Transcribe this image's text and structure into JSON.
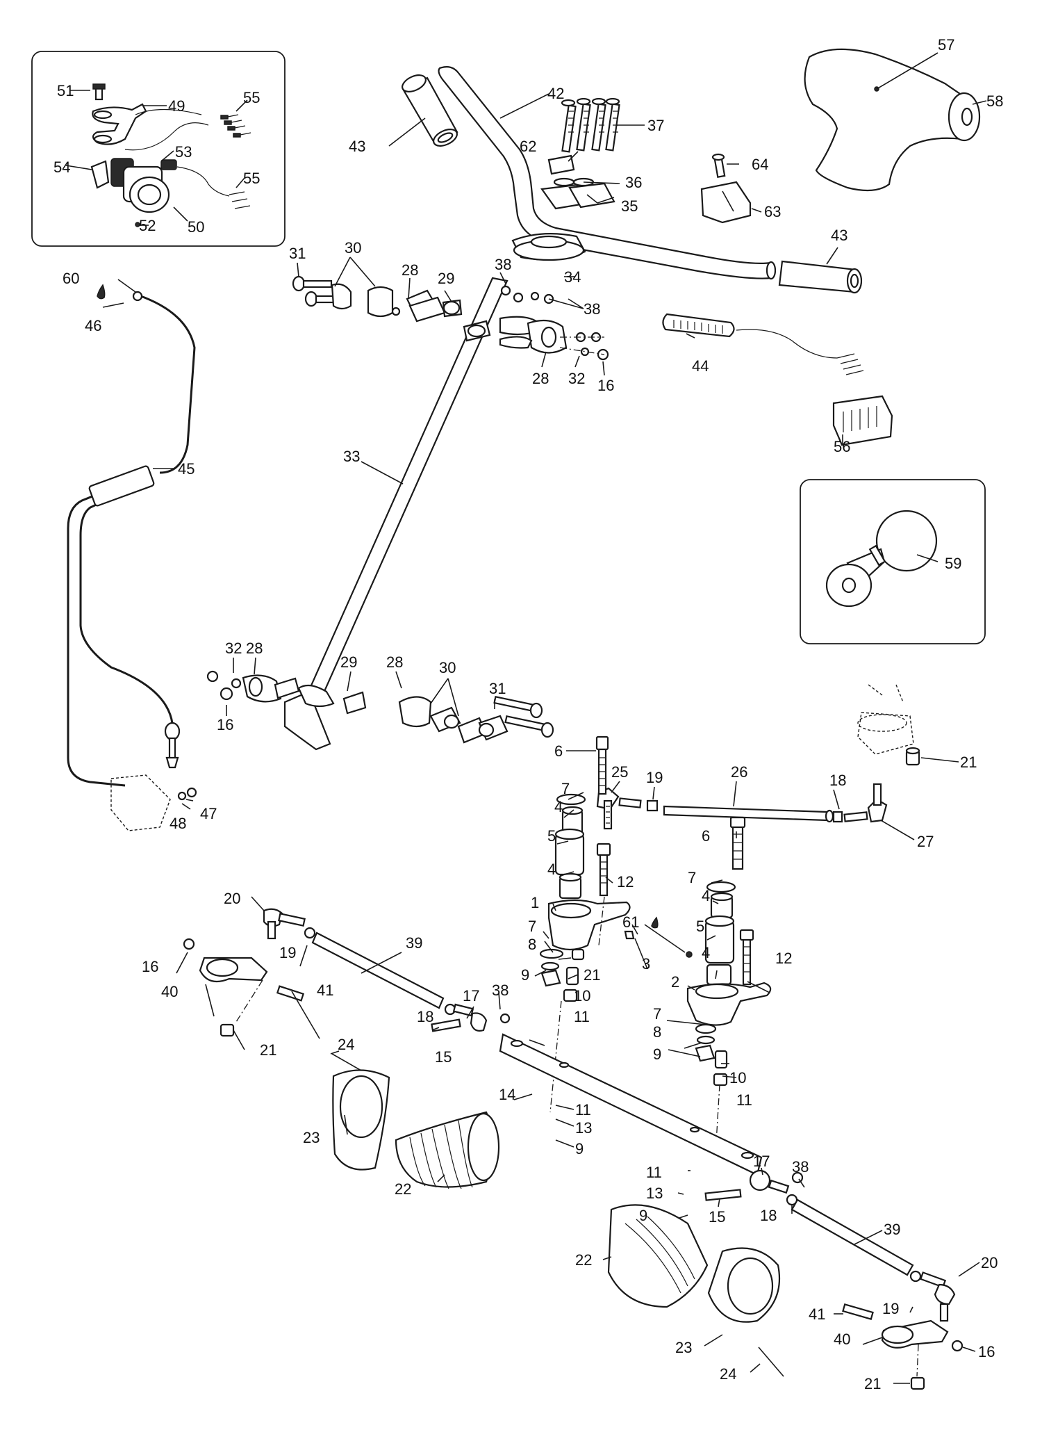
{
  "callouts": [
    {
      "id": "c57",
      "text": "57"
    },
    {
      "id": "c58",
      "text": "58"
    },
    {
      "id": "c51",
      "text": "51"
    },
    {
      "id": "c49",
      "text": "49"
    },
    {
      "id": "c55a",
      "text": "55"
    },
    {
      "id": "c53",
      "text": "53"
    },
    {
      "id": "c54",
      "text": "54"
    },
    {
      "id": "c55b",
      "text": "55"
    },
    {
      "id": "c52",
      "text": "52"
    },
    {
      "id": "c50",
      "text": "50"
    },
    {
      "id": "c42",
      "text": "42"
    },
    {
      "id": "c43a",
      "text": "43"
    },
    {
      "id": "c37",
      "text": "37"
    },
    {
      "id": "c62",
      "text": "62"
    },
    {
      "id": "c36",
      "text": "36"
    },
    {
      "id": "c35",
      "text": "35"
    },
    {
      "id": "c64",
      "text": "64"
    },
    {
      "id": "c63",
      "text": "63"
    },
    {
      "id": "c43b",
      "text": "43"
    },
    {
      "id": "c31a",
      "text": "31"
    },
    {
      "id": "c30a",
      "text": "30"
    },
    {
      "id": "c28a",
      "text": "28"
    },
    {
      "id": "c29a",
      "text": "29"
    },
    {
      "id": "c38a",
      "text": "38"
    },
    {
      "id": "c34",
      "text": "34"
    },
    {
      "id": "c38b",
      "text": "38"
    },
    {
      "id": "c60",
      "text": "60"
    },
    {
      "id": "c46",
      "text": "46"
    },
    {
      "id": "c28b",
      "text": "28"
    },
    {
      "id": "c32a",
      "text": "32"
    },
    {
      "id": "c16a",
      "text": "16"
    },
    {
      "id": "c44",
      "text": "44"
    },
    {
      "id": "c56",
      "text": "56"
    },
    {
      "id": "c33",
      "text": "33"
    },
    {
      "id": "c45",
      "text": "45"
    },
    {
      "id": "c59",
      "text": "59"
    },
    {
      "id": "c32b",
      "text": "32"
    },
    {
      "id": "c28c",
      "text": "28"
    },
    {
      "id": "c29b",
      "text": "29"
    },
    {
      "id": "c28d",
      "text": "28"
    },
    {
      "id": "c30b",
      "text": "30"
    },
    {
      "id": "c31b",
      "text": "31"
    },
    {
      "id": "c16b",
      "text": "16"
    },
    {
      "id": "c6a",
      "text": "6"
    },
    {
      "id": "c25",
      "text": "25"
    },
    {
      "id": "c19a",
      "text": "19"
    },
    {
      "id": "c26",
      "text": "26"
    },
    {
      "id": "c18a",
      "text": "18"
    },
    {
      "id": "c21a",
      "text": "21"
    },
    {
      "id": "c47",
      "text": "47"
    },
    {
      "id": "c48",
      "text": "48"
    },
    {
      "id": "c7a",
      "text": "7"
    },
    {
      "id": "c4a",
      "text": "4"
    },
    {
      "id": "c27",
      "text": "27"
    },
    {
      "id": "c5a",
      "text": "5"
    },
    {
      "id": "c6b",
      "text": "6"
    },
    {
      "id": "c4b",
      "text": "4"
    },
    {
      "id": "c12a",
      "text": "12"
    },
    {
      "id": "c7b",
      "text": "7"
    },
    {
      "id": "c20a",
      "text": "20"
    },
    {
      "id": "c4c",
      "text": "4"
    },
    {
      "id": "c1",
      "text": "1"
    },
    {
      "id": "c5b",
      "text": "5"
    },
    {
      "id": "c61",
      "text": "61"
    },
    {
      "id": "c39a",
      "text": "39"
    },
    {
      "id": "c19b",
      "text": "19"
    },
    {
      "id": "c7c",
      "text": "7"
    },
    {
      "id": "c8a",
      "text": "8"
    },
    {
      "id": "c3",
      "text": "3"
    },
    {
      "id": "c12b",
      "text": "12"
    },
    {
      "id": "c16c",
      "text": "16"
    },
    {
      "id": "c4d",
      "text": "4"
    },
    {
      "id": "c21b",
      "text": "21"
    },
    {
      "id": "c9a",
      "text": "9"
    },
    {
      "id": "c40a",
      "text": "40"
    },
    {
      "id": "c2",
      "text": "2"
    },
    {
      "id": "c10a",
      "text": "10"
    },
    {
      "id": "c41a",
      "text": "41"
    },
    {
      "id": "c17a",
      "text": "17"
    },
    {
      "id": "c38c",
      "text": "38"
    },
    {
      "id": "c11a",
      "text": "11"
    },
    {
      "id": "c7d",
      "text": "7"
    },
    {
      "id": "c18b",
      "text": "18"
    },
    {
      "id": "c15a",
      "text": "15"
    },
    {
      "id": "c8b",
      "text": "8"
    },
    {
      "id": "c21c",
      "text": "21"
    },
    {
      "id": "c9b",
      "text": "9"
    },
    {
      "id": "c10b",
      "text": "10"
    },
    {
      "id": "c24a",
      "text": "24"
    },
    {
      "id": "c14",
      "text": "14"
    },
    {
      "id": "c11b",
      "text": "11"
    },
    {
      "id": "c11c",
      "text": "11"
    },
    {
      "id": "c13a",
      "text": "13"
    },
    {
      "id": "c23a",
      "text": "23"
    },
    {
      "id": "c9c",
      "text": "9"
    },
    {
      "id": "c17b",
      "text": "17"
    },
    {
      "id": "c38d",
      "text": "38"
    },
    {
      "id": "c22a",
      "text": "22"
    },
    {
      "id": "c11d",
      "text": "11"
    },
    {
      "id": "c13b",
      "text": "13"
    },
    {
      "id": "c15b",
      "text": "15"
    },
    {
      "id": "c9d",
      "text": "9"
    },
    {
      "id": "c18c",
      "text": "18"
    },
    {
      "id": "c39b",
      "text": "39"
    },
    {
      "id": "c22b",
      "text": "22"
    },
    {
      "id": "c20b",
      "text": "20"
    },
    {
      "id": "c19c",
      "text": "19"
    },
    {
      "id": "c41b",
      "text": "41"
    },
    {
      "id": "c23b",
      "text": "23"
    },
    {
      "id": "c40b",
      "text": "40"
    },
    {
      "id": "c16d",
      "text": "16"
    },
    {
      "id": "c24b",
      "text": "24"
    },
    {
      "id": "c21d",
      "text": "21"
    }
  ]
}
